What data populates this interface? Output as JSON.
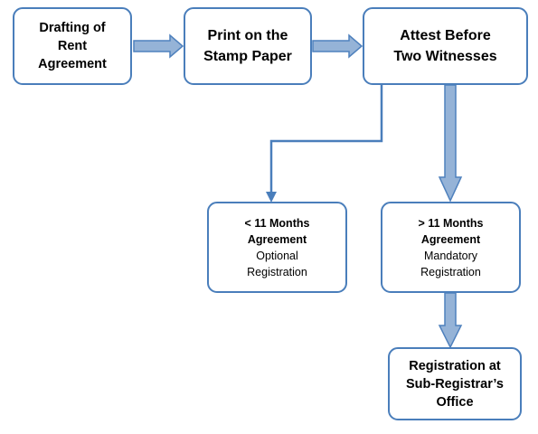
{
  "diagram": {
    "nodes": {
      "drafting": {
        "lines": [
          "Drafting of",
          "Rent",
          "Agreement"
        ]
      },
      "print": {
        "lines": [
          "Print on the",
          "Stamp Paper"
        ]
      },
      "attest": {
        "lines": [
          "Attest Before",
          "Two Witnesses"
        ]
      },
      "short": {
        "bold_lines": [
          "< 11 Months",
          "Agreement"
        ],
        "lines": [
          "Optional",
          "Registration"
        ]
      },
      "long": {
        "bold_lines": [
          "> 11 Months",
          "Agreement"
        ],
        "lines": [
          "Mandatory",
          "Registration"
        ]
      },
      "registration": {
        "lines": [
          "Registration at",
          "Sub-Registrar’s",
          "Office"
        ]
      }
    },
    "edges": [
      {
        "from": "drafting",
        "to": "print",
        "style": "thick-arrow"
      },
      {
        "from": "print",
        "to": "attest",
        "style": "thick-arrow"
      },
      {
        "from": "attest",
        "to": "short",
        "style": "thin-arrow"
      },
      {
        "from": "attest",
        "to": "long",
        "style": "thick-arrow"
      },
      {
        "from": "long",
        "to": "registration",
        "style": "thick-arrow"
      }
    ],
    "colors": {
      "box_border": "#4a7ebb",
      "thick_arrow_fill": "#95b3d7",
      "thick_arrow_stroke": "#4f81bd",
      "thin_line": "#4a7ebb"
    }
  }
}
